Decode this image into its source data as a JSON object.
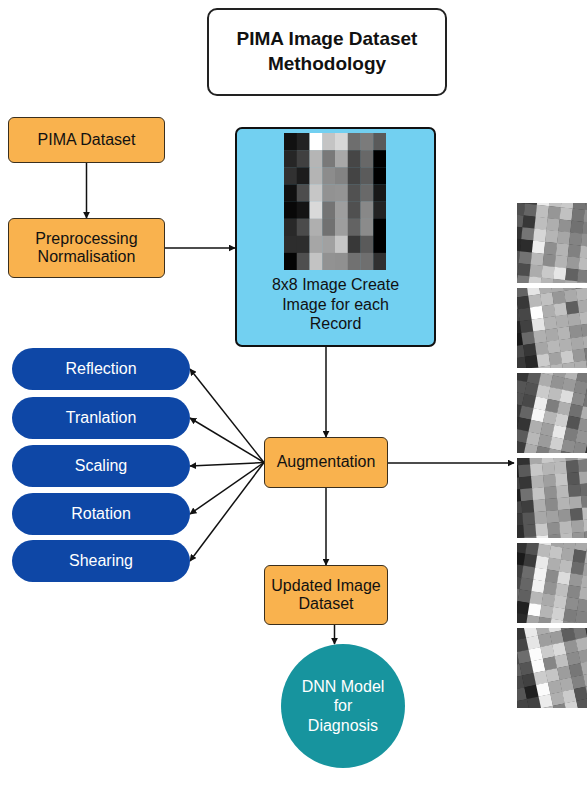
{
  "diagram": {
    "title": "PIMA Image Dataset Methodology",
    "nodes": [
      {
        "text": [
          "PIMA Dataset"
        ]
      },
      {
        "text": [
          "Preprocessing Normalisation"
        ]
      },
      {
        "text": [
          "8x8 Image Create Image for each Record"
        ]
      },
      {
        "text": [
          "Reflection"
        ]
      },
      {
        "text": [
          "Tranlation"
        ]
      },
      {
        "text": [
          "Scaling"
        ]
      },
      {
        "text": [
          "Rotation"
        ]
      },
      {
        "text": [
          "Shearing"
        ]
      },
      {
        "text": [
          "Augmentation"
        ]
      },
      {
        "text": [
          "Updated Image Dataset"
        ]
      },
      {
        "text": [
          "DNN Model for Diagnosis"
        ]
      }
    ],
    "edges": [
      {
        "from": 0,
        "to": 1,
        "arrow": "to"
      },
      {
        "from": 1,
        "to": 2,
        "arrow": "to"
      },
      {
        "from": 2,
        "to": 8,
        "arrow": "to"
      },
      {
        "from": 8,
        "to": 3,
        "arrow": "to"
      },
      {
        "from": 8,
        "to": 4,
        "arrow": "to"
      },
      {
        "from": 8,
        "to": 5,
        "arrow": "to"
      },
      {
        "from": 8,
        "to": 6,
        "arrow": "to"
      },
      {
        "from": 8,
        "to": 7,
        "arrow": "to"
      },
      {
        "from": 8,
        "to": 9,
        "arrow": "to"
      },
      {
        "from": 9,
        "to": 10,
        "arrow": "to"
      }
    ]
  }
}
